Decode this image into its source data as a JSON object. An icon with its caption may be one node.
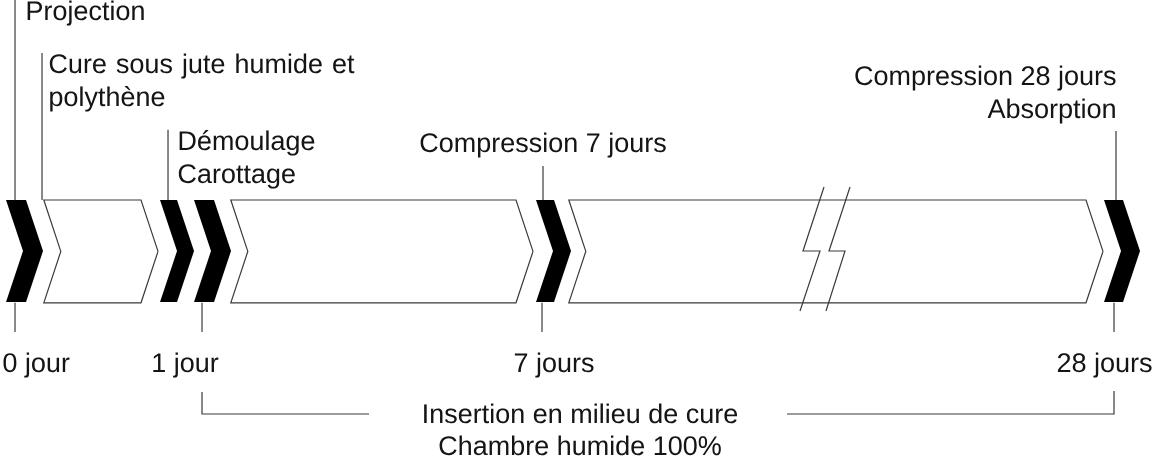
{
  "diagram": {
    "nodes": [
      {
        "text": [
          "Projection"
        ]
      },
      {
        "text": [
          "Cure sous jute humide et polythène"
        ]
      },
      {
        "text": [
          "Démoulage",
          "Carottage"
        ]
      },
      {
        "text": [
          "Compression 7 jours"
        ]
      },
      {
        "text": [
          "Compression 28 jours",
          "Absorption"
        ]
      },
      {
        "text": [],
        "shape": "chevron"
      },
      {
        "text": [],
        "shape": "chevron"
      },
      {
        "text": [],
        "shape": "chevron"
      },
      {
        "text": [],
        "shape": "chevron"
      },
      {
        "text": [],
        "shape": "chevron"
      },
      {
        "text": [
          "0 jour"
        ]
      },
      {
        "text": [
          "1 jour"
        ]
      },
      {
        "text": [
          "7 jours"
        ]
      },
      {
        "text": [
          "28 jours"
        ]
      }
    ],
    "edges": [
      {
        "from": 0,
        "to": 5,
        "arrow": "none"
      },
      {
        "from": 1,
        "to": null,
        "arrow": "none"
      },
      {
        "from": 2,
        "to": 6,
        "arrow": "none"
      },
      {
        "from": 3,
        "to": 8,
        "arrow": "none"
      },
      {
        "from": 4,
        "to": 9,
        "arrow": "none"
      },
      {
        "from": 5,
        "to": 6,
        "arrow": "none"
      },
      {
        "from": 7,
        "to": 8,
        "arrow": "none"
      },
      {
        "from": 8,
        "to": 9,
        "arrow": "none"
      },
      {
        "from": 5,
        "to": 10,
        "arrow": "none"
      },
      {
        "from": 7,
        "to": 11,
        "arrow": "none"
      },
      {
        "from": 8,
        "to": 12,
        "arrow": "none"
      },
      {
        "from": 9,
        "to": 13,
        "arrow": "none"
      }
    ],
    "labels": [
      "Insertion en milieu de cure",
      "Chambre humide 100%"
    ]
  }
}
